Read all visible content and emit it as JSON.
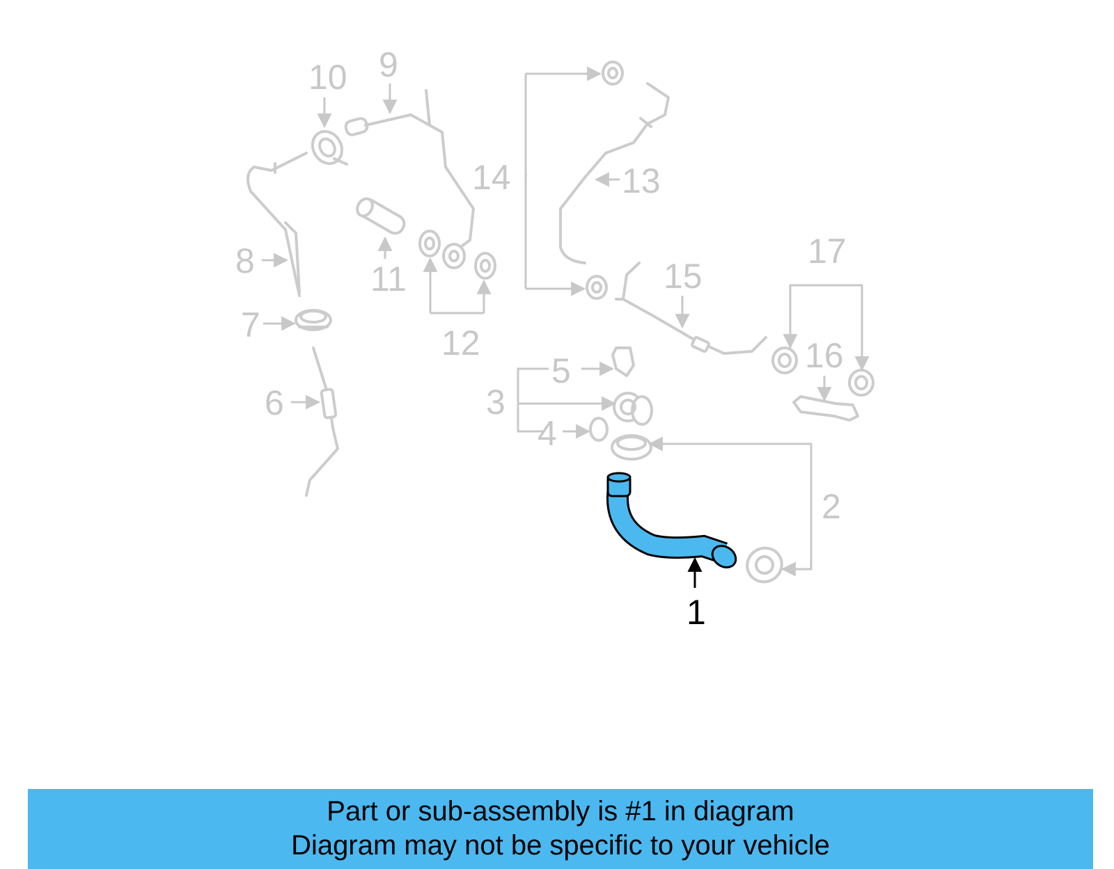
{
  "callouts": {
    "c1": "1",
    "c2": "2",
    "c3": "3",
    "c4": "4",
    "c5": "5",
    "c6": "6",
    "c7": "7",
    "c8": "8",
    "c9": "9",
    "c10": "10",
    "c11": "11",
    "c12": "12",
    "c13": "13",
    "c14": "14",
    "c15": "15",
    "c16": "16",
    "c17": "17"
  },
  "banner": {
    "line1": "Part or sub-assembly is #1 in diagram",
    "line2": "Diagram may not be specific to your vehicle",
    "background_color": "#4cb8f0"
  },
  "highlight_color": "#4cb8f0"
}
